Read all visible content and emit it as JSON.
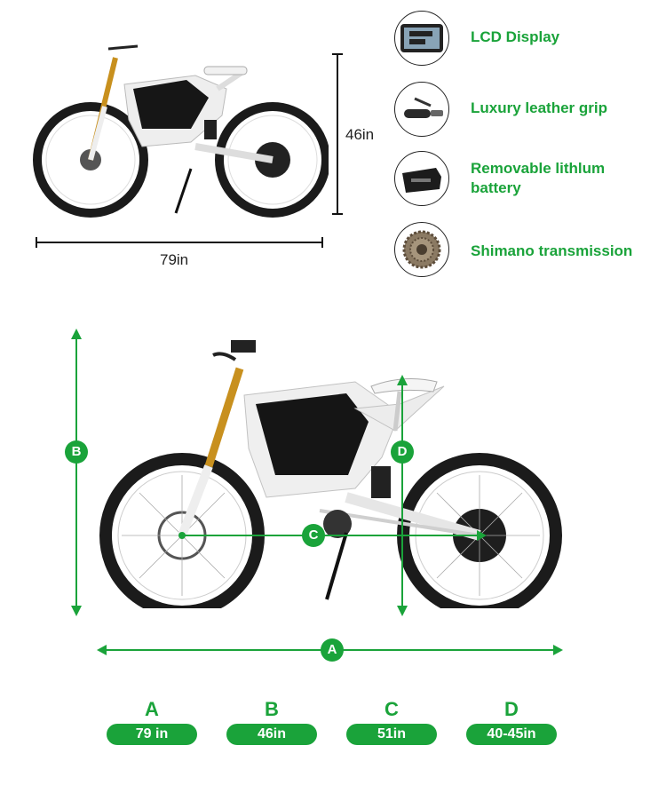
{
  "top_dimensions": {
    "width_label": "79in",
    "height_label": "46in"
  },
  "features": [
    {
      "icon": "lcd-display-icon",
      "label": "LCD Display"
    },
    {
      "icon": "leather-grip-icon",
      "label": "Luxury leather grip"
    },
    {
      "icon": "battery-icon",
      "label": "Removable lithlum battery"
    },
    {
      "icon": "cassette-gear-icon",
      "label": "Shimano transmission"
    }
  ],
  "diagram_markers": {
    "a": "A",
    "b": "B",
    "c": "C",
    "d": "D"
  },
  "specs": [
    {
      "letter": "A",
      "value": "79 in"
    },
    {
      "letter": "B",
      "value": "46in"
    },
    {
      "letter": "C",
      "value": "51in"
    },
    {
      "letter": "D",
      "value": "40-45in"
    }
  ],
  "colors": {
    "accent": "#1aa33a",
    "line": "#111111"
  }
}
